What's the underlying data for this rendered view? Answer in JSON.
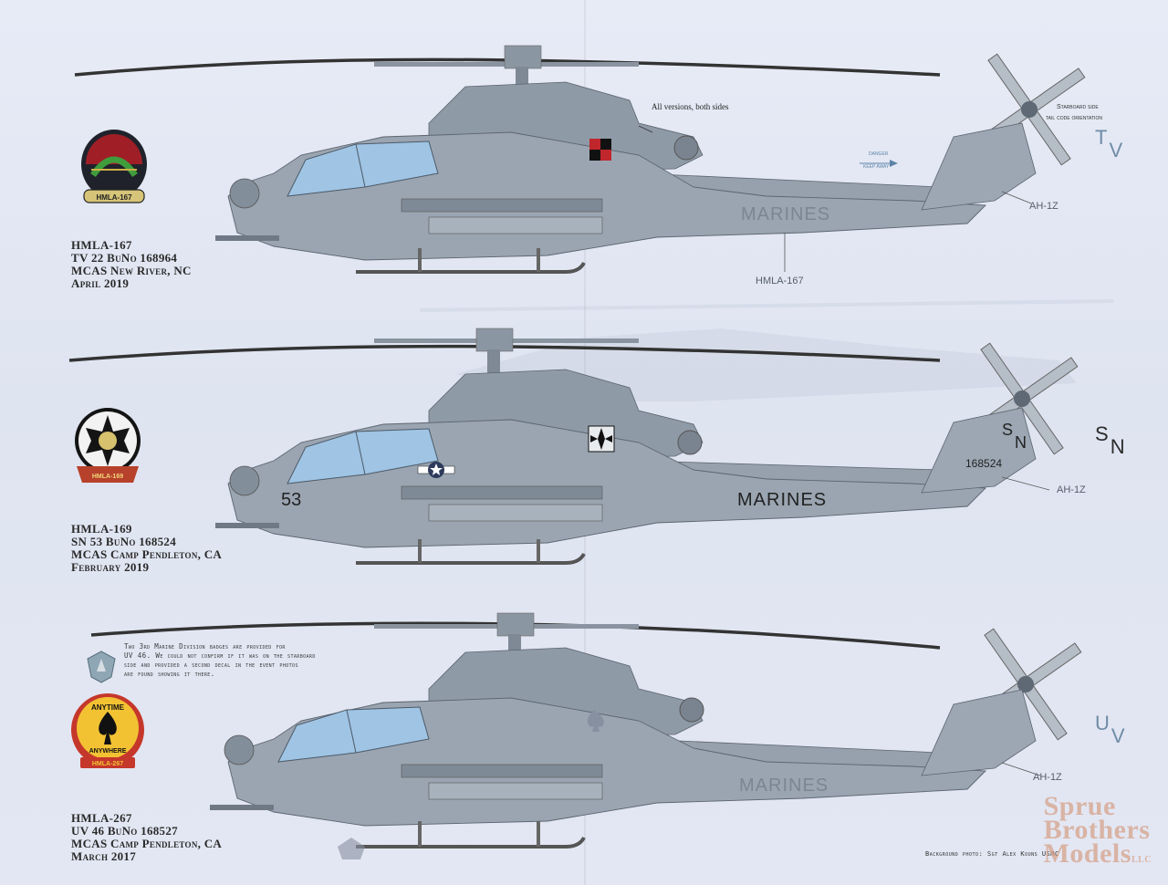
{
  "colors": {
    "background": "#e3e7f2",
    "fuselage": "#9aa5b1",
    "fuselage_dark": "#7f8a97",
    "canopy": "#9fc4e4",
    "marking_text": "#7c8693",
    "tail_code_v1": "#6f8ca6",
    "tail_code_v2": "#2b2b2b",
    "tail_code_v3": "#6f8ca6",
    "watermark": "#d6a28a"
  },
  "profiles": [
    {
      "caption": [
        "HMLA-167",
        "TV 22 BuNo 168964",
        "MCAS New River, NC",
        "April 2019"
      ],
      "badge_icon": "hmla-167-squadron-patch",
      "badge_text": "HMLA-167",
      "fuselage_text": "MARINES",
      "side_number": "",
      "tail_code": [
        "T",
        "V"
      ],
      "tail_buno": "",
      "callouts": [
        "All versions, both sides",
        "Starboard side",
        "tail code orientation",
        "DANGER",
        "KEEP AWAY",
        "AH-1Z",
        "HMLA-167"
      ]
    },
    {
      "caption": [
        "HMLA-169",
        "SN 53 BuNo 168524",
        "MCAS Camp Pendleton, CA",
        "February 2019"
      ],
      "badge_icon": "hmla-169-vipers-patch",
      "badge_text": "HMLA-169",
      "fuselage_text": "MARINES",
      "side_number": "53",
      "tail_code": [
        "S",
        "N"
      ],
      "tail_buno": "168524",
      "callouts": [
        "AH-1Z"
      ]
    },
    {
      "caption": [
        "HMLA-267",
        "UV 46 BuNo 168527",
        "MCAS Camp Pendleton, CA",
        "March 2017"
      ],
      "badge_icon": "hmla-267-stingers-patch",
      "badge_text_top": "ANYTIME",
      "badge_text_bottom": "ANYWHERE",
      "badge_text_band": "HMLA-267",
      "fuselage_text": "MARINES",
      "side_number": "",
      "tail_code": [
        "U",
        "V"
      ],
      "tail_buno": "",
      "callouts": [
        "AH-1Z"
      ],
      "note_lines": [
        "Two 3rd Marine Division badges are provided for",
        "UV 46. We could not confirm if it was on the starboard",
        "side and provided a second decal in the event photos",
        "are found showing it there."
      ]
    }
  ],
  "footer": {
    "credit": "Background photo: Sgt Alex Kouns USMC",
    "watermark": [
      "Sprue",
      "Brothers",
      "Models"
    ],
    "watermark_suffix": "LLC"
  }
}
